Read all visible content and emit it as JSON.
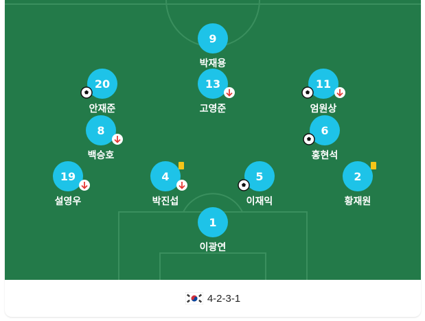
{
  "colors": {
    "pitch": "#237a49",
    "player": "#1ec3e8",
    "yellow_card": "#f5c518",
    "sub_arrow": "#e53935"
  },
  "players": [
    {
      "number": "9",
      "name": "박재용"
    },
    {
      "number": "20",
      "name": "안재준",
      "goal": true
    },
    {
      "number": "13",
      "name": "고영준",
      "sub": true
    },
    {
      "number": "11",
      "name": "엄원상",
      "goal": true,
      "sub": true
    },
    {
      "number": "8",
      "name": "백승호",
      "sub": true
    },
    {
      "number": "6",
      "name": "홍현석",
      "goal": true
    },
    {
      "number": "19",
      "name": "설영우",
      "sub": true
    },
    {
      "number": "4",
      "name": "박진섭",
      "sub": true,
      "yellow": true
    },
    {
      "number": "5",
      "name": "이재익",
      "goal": true
    },
    {
      "number": "2",
      "name": "황재원",
      "yellow": true
    },
    {
      "number": "1",
      "name": "이광연"
    }
  ],
  "footer": {
    "flag_icon": "south-korea-flag-icon",
    "formation": "4-2-3-1"
  }
}
